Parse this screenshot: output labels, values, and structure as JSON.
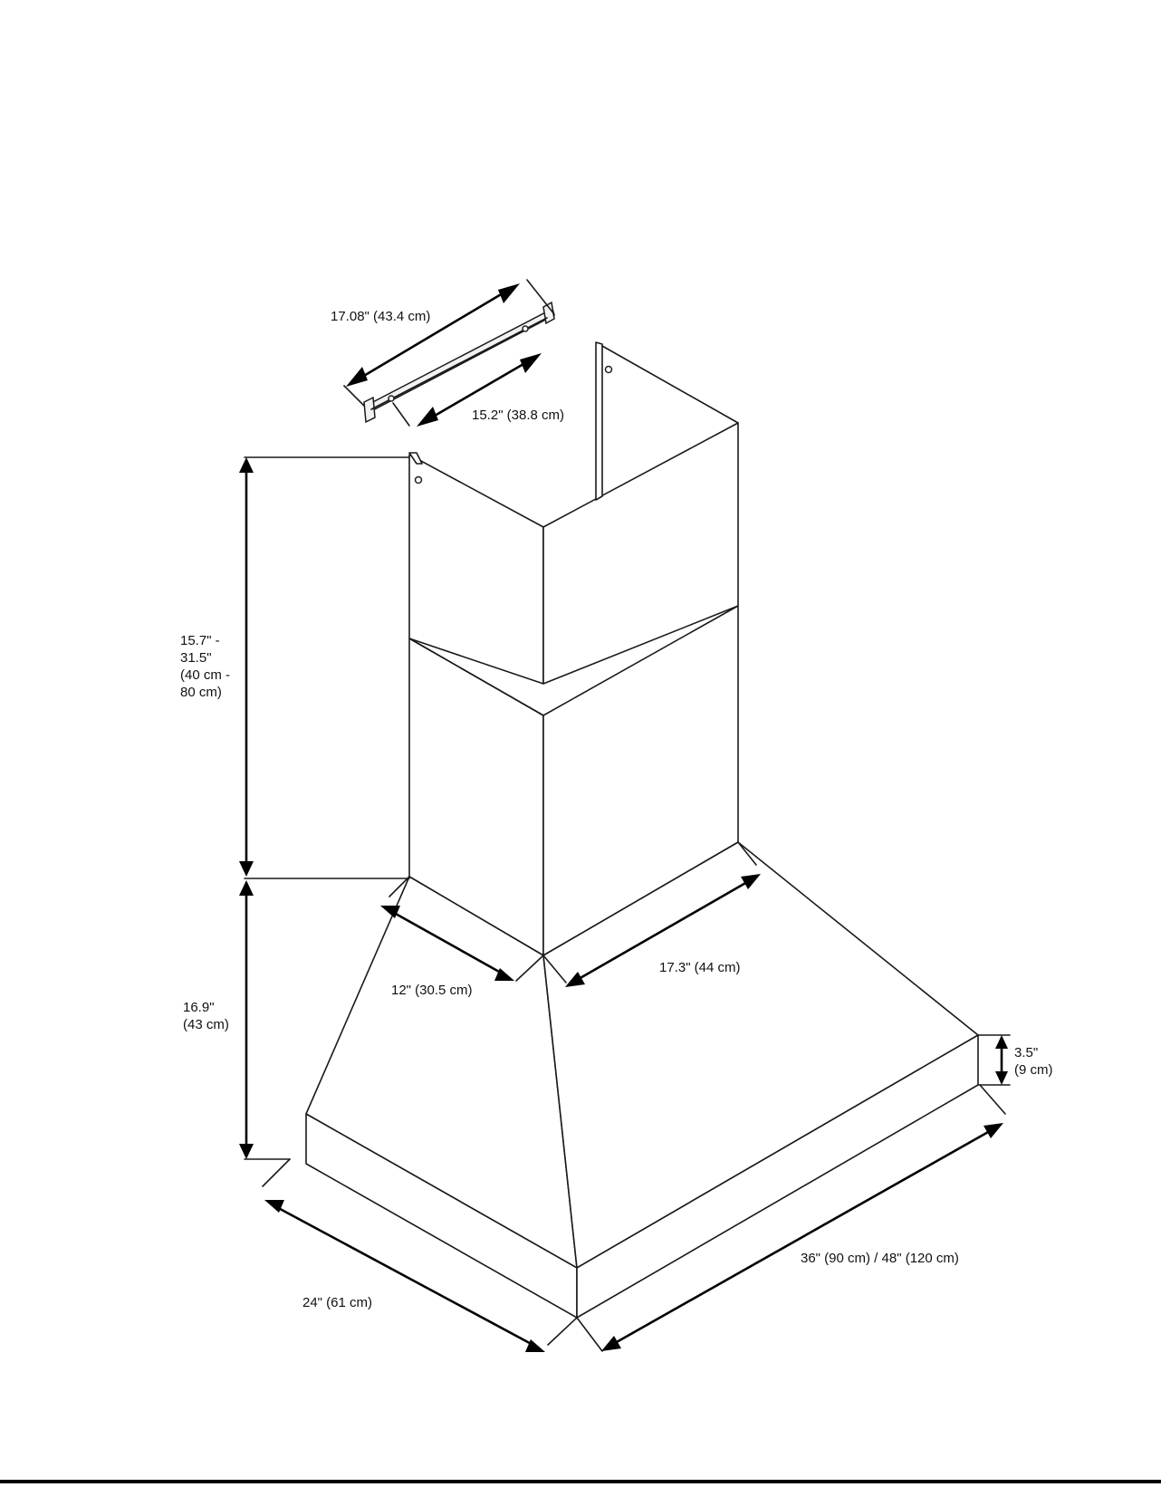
{
  "diagram": {
    "part_name": "range hood",
    "dimensions": {
      "bracket_length": "17.08\" (43.4 cm)",
      "bracket_hole_spacing": "15.2\" (38.8 cm)",
      "chimney_height": [
        "15.7\" -",
        "31.5\"",
        "(40 cm -",
        "80 cm)"
      ],
      "canopy_height": [
        "16.9\"",
        "(43 cm)"
      ],
      "chimney_depth": "12\" (30.5 cm)",
      "chimney_width": "17.3\" (44 cm)",
      "rim_height": [
        "3.5\"",
        "(9 cm)"
      ],
      "hood_depth": "24\" (61 cm)",
      "hood_width": "36\" (90 cm) / 48\" (120 cm)"
    }
  }
}
